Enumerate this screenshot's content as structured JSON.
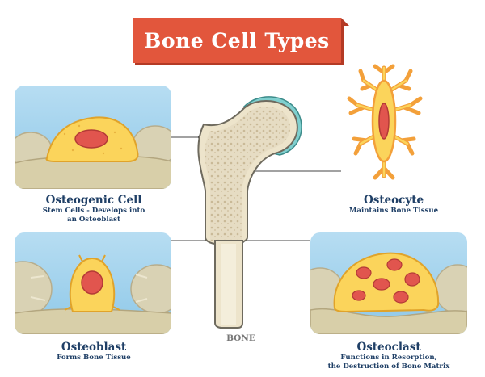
{
  "title": "Bone Cell Types",
  "bone_label": "BONE",
  "cells": {
    "osteogenic": {
      "title": "Osteogenic Cell",
      "desc": [
        "Stem Cells - Develops into",
        "an Osteoblast"
      ]
    },
    "osteocyte": {
      "title": "Osteocyte",
      "desc": [
        "Maintains Bone Tissue"
      ]
    },
    "osteoblast": {
      "title": "Osteoblast",
      "desc": [
        "Forms Bone Tissue"
      ]
    },
    "osteoclast": {
      "title": "Osteoclast",
      "desc": [
        "Functions in Resorption,",
        "the Destruction of Bone Matrix"
      ]
    }
  },
  "colors": {
    "title_banner": "#e2563c",
    "caption_text": "#1f3f66",
    "cell_body": "#fbd45b",
    "nucleus": "#e1554e",
    "bone": "#ebe3cc",
    "panel_sky": "#a9d6ee"
  }
}
